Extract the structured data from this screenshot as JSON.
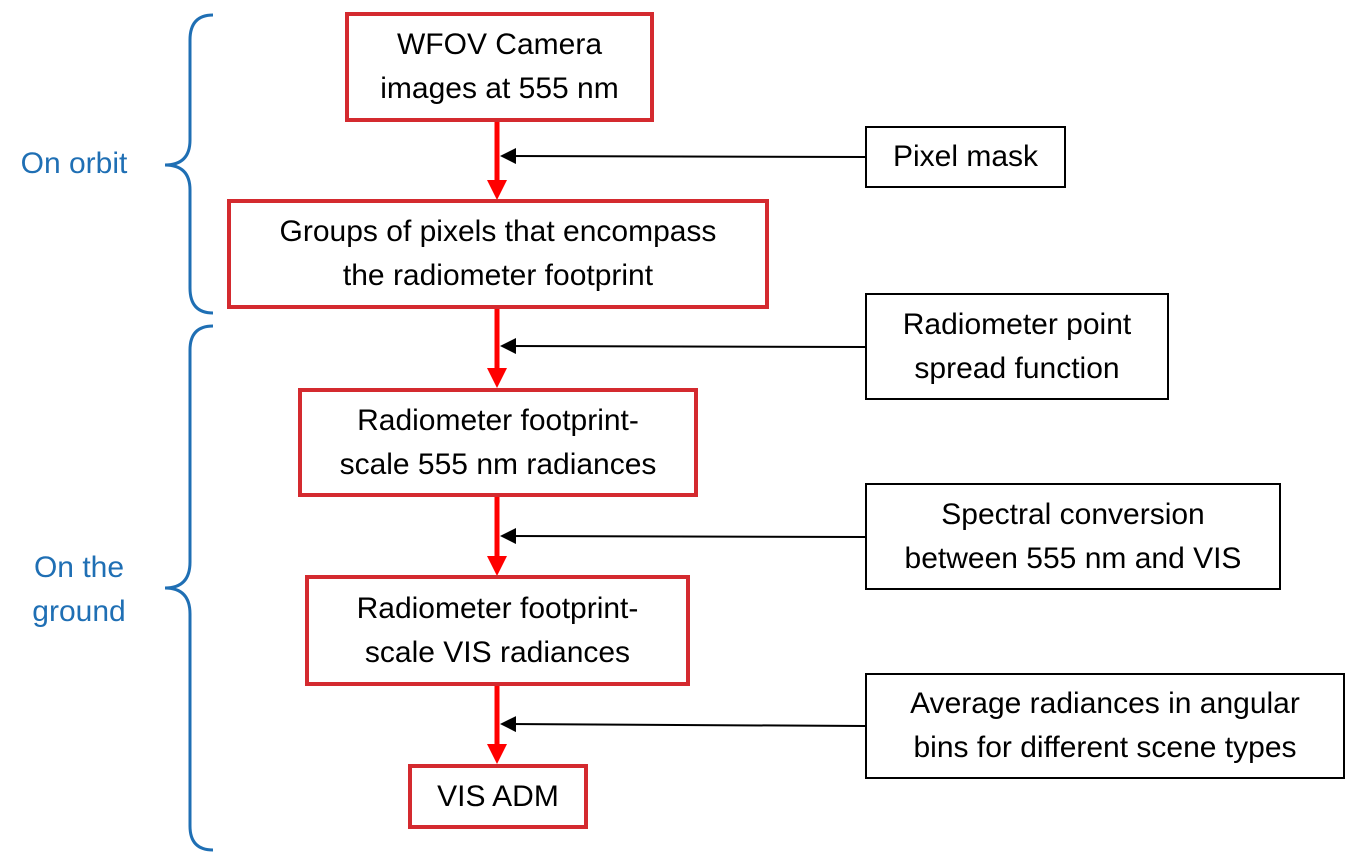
{
  "side_labels": {
    "orbit": "On orbit",
    "ground": [
      "On the",
      "ground"
    ]
  },
  "main_steps": [
    {
      "lines": [
        "WFOV Camera",
        "images at 555 nm"
      ]
    },
    {
      "lines": [
        "Groups of pixels that encompass",
        "the radiometer footprint"
      ]
    },
    {
      "lines": [
        "Radiometer footprint-",
        "scale 555 nm radiances"
      ]
    },
    {
      "lines": [
        "Radiometer footprint-",
        "scale VIS radiances"
      ]
    },
    {
      "lines": [
        "VIS ADM"
      ]
    }
  ],
  "inputs": [
    {
      "lines": [
        "Pixel mask"
      ]
    },
    {
      "lines": [
        "Radiometer point",
        "spread function"
      ]
    },
    {
      "lines": [
        "Spectral conversion",
        "between 555 nm and VIS"
      ]
    },
    {
      "lines": [
        "Average radiances in angular",
        "bins for different scene types"
      ]
    }
  ],
  "colors": {
    "main_border": "#d42a2f",
    "flow_arrow": "#ff0000",
    "input_border": "#000000",
    "side_label": "#1f6fb4"
  }
}
